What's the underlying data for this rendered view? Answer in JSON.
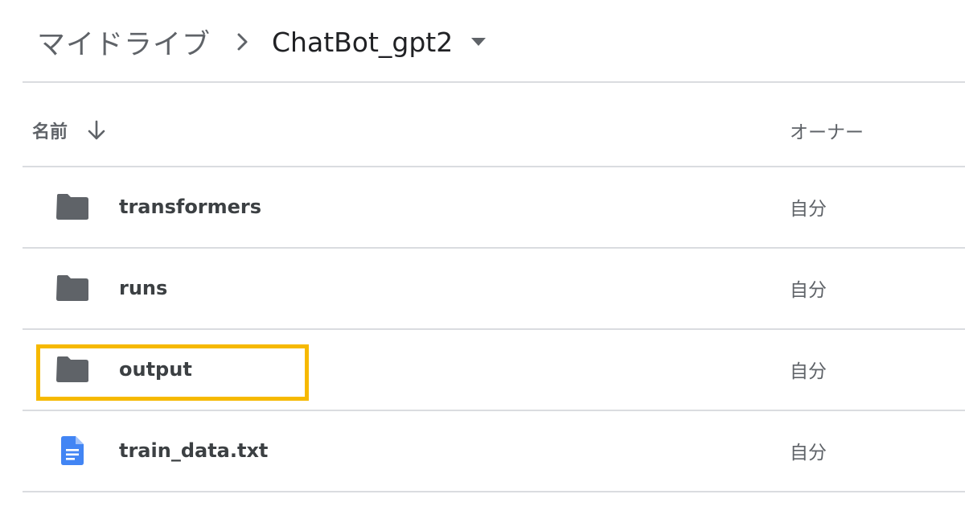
{
  "breadcrumb": {
    "root": "マイドライブ",
    "current": "ChatBot_gpt2"
  },
  "columns": {
    "name": "名前",
    "owner": "オーナー"
  },
  "files": [
    {
      "name": "transformers",
      "type": "folder",
      "owner": "自分"
    },
    {
      "name": "runs",
      "type": "folder",
      "owner": "自分"
    },
    {
      "name": "output",
      "type": "folder",
      "owner": "自分",
      "highlighted": true
    },
    {
      "name": "train_data.txt",
      "type": "document",
      "owner": "自分"
    }
  ],
  "colors": {
    "folder_icon": "#5f6368",
    "document_icon": "#4285f4",
    "highlight": "#f6b900",
    "divider": "#dadce0"
  },
  "icons": {
    "separator": "chevron-right-icon",
    "dropdown": "caret-down-icon",
    "sort": "arrow-down-icon",
    "folder": "folder-icon",
    "document": "google-doc-icon"
  }
}
